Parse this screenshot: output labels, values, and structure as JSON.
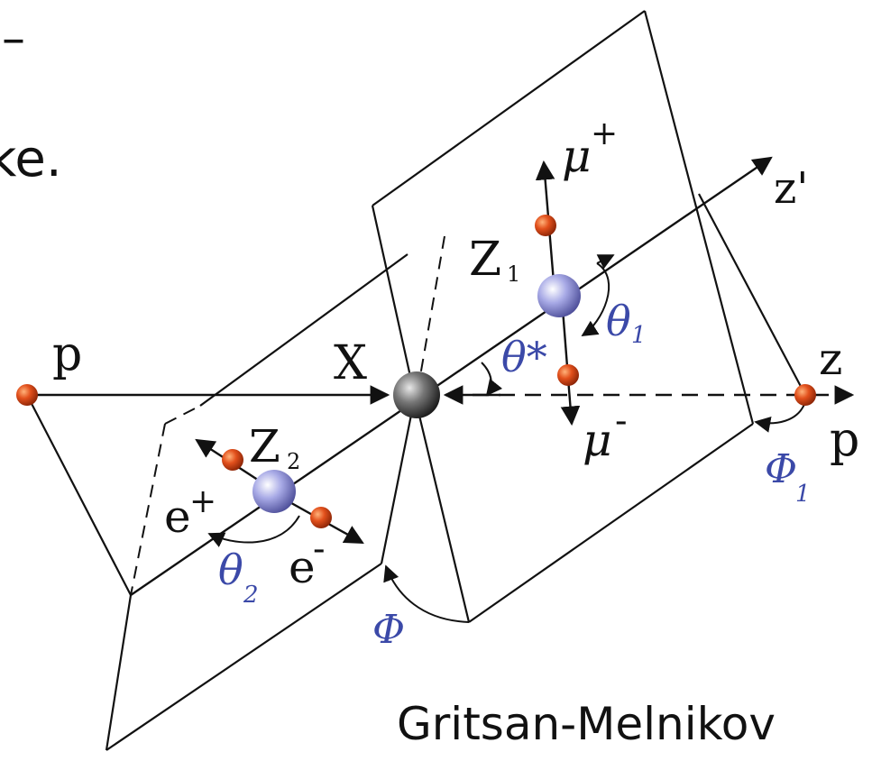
{
  "slide": {
    "fragment_top": "–",
    "fragment_text": "ke."
  },
  "diagram": {
    "labels": {
      "p_left": "p",
      "X": "X",
      "Z1": "Z",
      "Z1_sub": "1",
      "Z2": "Z",
      "Z2_sub": "2",
      "mu_plus": "μ",
      "mu_plus_sup": "+",
      "mu_minus": "μ",
      "mu_minus_sup": "-",
      "e_plus": "e",
      "e_plus_sup": "+",
      "e_minus": "e",
      "e_minus_sup": "-",
      "z_prime": "z'",
      "z": "z",
      "p_right": "p",
      "theta1": "θ",
      "theta1_sub": "1",
      "theta2": "θ",
      "theta2_sub": "2",
      "theta_star": "θ*",
      "Phi1": "Φ",
      "Phi1_sub": "1",
      "Phi": "Φ"
    },
    "colors": {
      "line": "#111111",
      "angle_label": "#3b49a8",
      "proton": "#e2501c",
      "boson_Z": "#9ea0e0",
      "resonance_X": "#555555"
    }
  },
  "credit": "Gritsan-Melnikov"
}
